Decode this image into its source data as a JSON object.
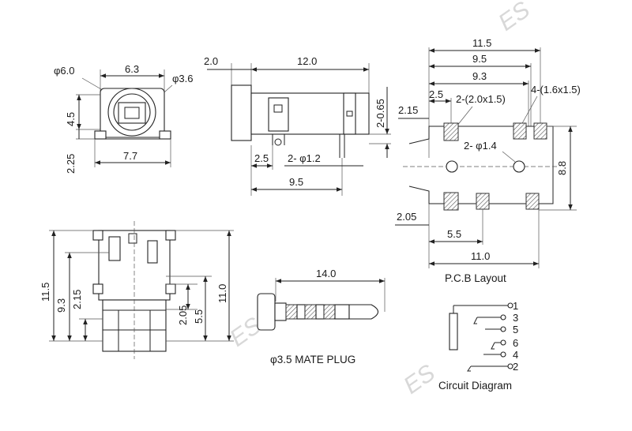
{
  "front_view": {
    "phi_outer": "φ6.0",
    "width_top": "6.3",
    "phi_inner": "φ3.6",
    "height_left": "4.5",
    "foot_height": "2.25",
    "width_bottom": "7.7"
  },
  "side_view": {
    "front_len": "2.0",
    "total_len": "12.0",
    "pin_thick": "2-0.65",
    "pin_offset": "2.5",
    "pin_dia": "2- φ1.2",
    "pin_span": "9.5"
  },
  "pcb": {
    "width_total": "11.5",
    "span_95": "9.5",
    "span_93": "9.3",
    "dim_25": "2.5",
    "pad_large": "2-(2.0x1.5)",
    "pad_small": "4-(1.6x1.5)",
    "dim_215": "2.15",
    "hole_dia": "2- φ1.4",
    "height": "8.8",
    "dim_205": "2.05",
    "dim_55": "5.5",
    "dim_110": "11.0",
    "caption": "P.C.B Layout"
  },
  "bottom_view": {
    "height_total": "11.5",
    "dim_93": "9.3",
    "dim_215": "2.15",
    "dim_205": "2.05",
    "dim_55": "5.5",
    "dim_110": "11.0"
  },
  "plug": {
    "length": "14.0",
    "caption": "φ3.5 MATE PLUG"
  },
  "circuit": {
    "pins": [
      "1",
      "3",
      "5",
      "6",
      "4",
      "2"
    ],
    "caption": "Circuit Diagram"
  },
  "watermark": "ES"
}
